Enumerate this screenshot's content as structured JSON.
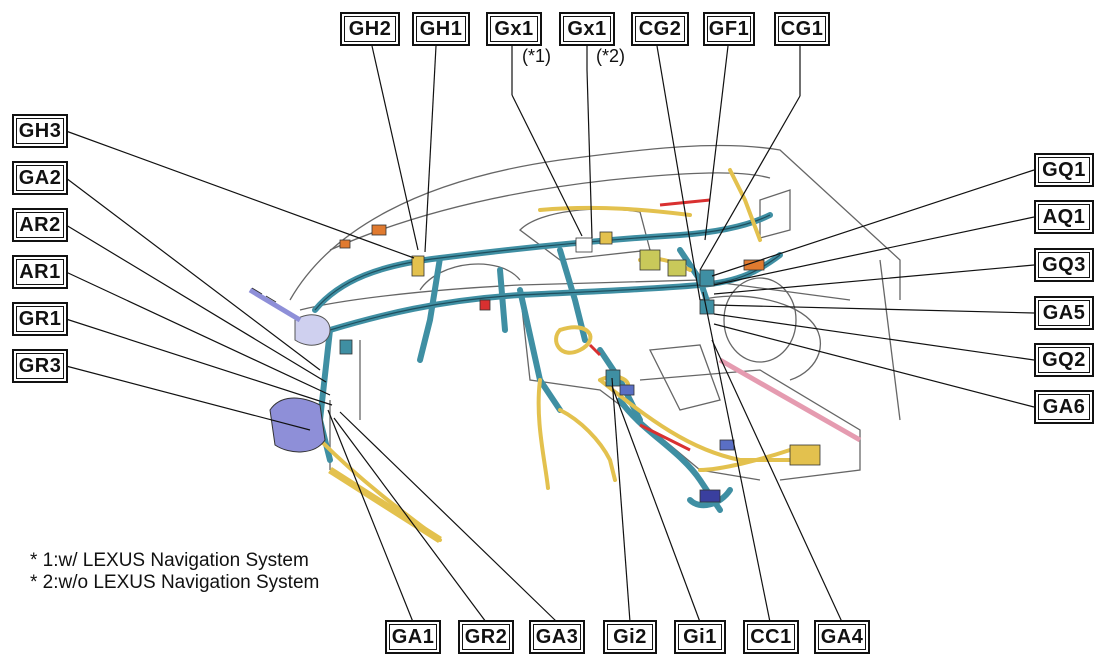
{
  "top_labels": [
    "GH2",
    "GH1",
    "Gx1",
    "Gx1",
    "CG2",
    "GF1",
    "CG1"
  ],
  "notes": {
    "gx1_first": "(*1)",
    "gx1_second": "(*2)"
  },
  "left_labels": [
    "GH3",
    "GA2",
    "AR2",
    "AR1",
    "GR1",
    "GR3"
  ],
  "right_labels": [
    "GQ1",
    "AQ1",
    "GQ3",
    "GA5",
    "GQ2",
    "GA6"
  ],
  "bottom_labels": [
    "GA1",
    "GR2",
    "GA3",
    "Gi2",
    "Gi1",
    "CC1",
    "GA4"
  ],
  "footnotes": [
    "* 1:w/ LEXUS Navigation System",
    "* 2:w/o LEXUS Navigation System"
  ],
  "colors": {
    "harness_blue": "#3f8fa3",
    "harness_yellow": "#e3c14e",
    "connector_purple": "#8e8fd8",
    "accent_red": "#d93030",
    "outline": "#555555"
  }
}
